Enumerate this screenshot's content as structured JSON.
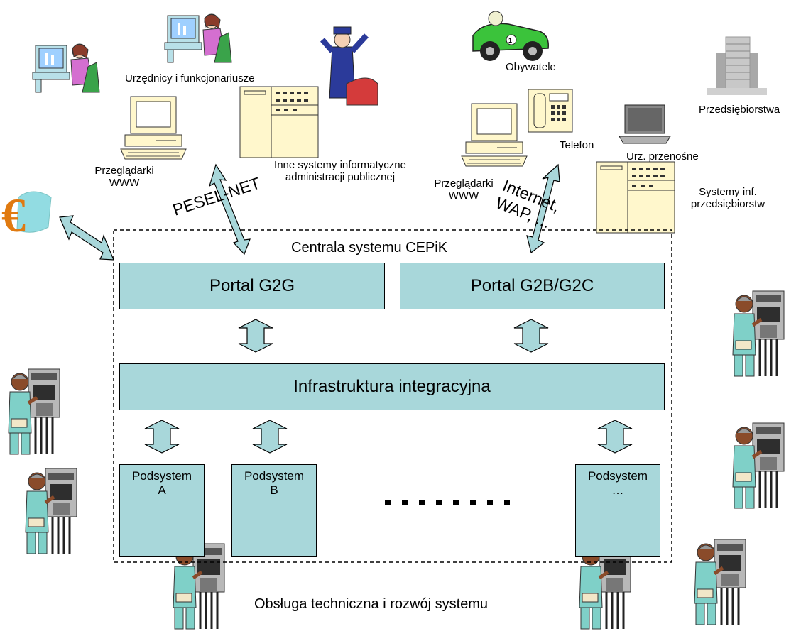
{
  "labels": {
    "officials": "Urzędnicy i funkcjonariusze",
    "citizens": "Obywatele",
    "businesses": "Przedsiębiorstwa",
    "browsers_left_1": "Przeglądarki",
    "browsers_left_2": "WWW",
    "other_systems_1": "Inne systemy informatyczne",
    "other_systems_2": "administracji publicznej",
    "browsers_right_1": "Przeglądarki",
    "browsers_right_2": "WWW",
    "phone": "Telefon",
    "mobile": "Urz. przenośne",
    "business_systems_1": "Systemy inf.",
    "business_systems_2": "przedsiębiorstw",
    "pesel_net": "PESEL-NET",
    "internet_1": "Internet,",
    "internet_2": "WAP, ...",
    "central": "Centrala systemu CEPiK",
    "footer": "Obsługa techniczna i rozwój systemu"
  },
  "boxes": {
    "portal_g2g": "Portal G2G",
    "portal_g2b": "Portal G2B/G2C",
    "infrastructure": "Infrastruktura integracyjna"
  },
  "subsystems": [
    {
      "line1": "Podsystem",
      "line2": "A"
    },
    {
      "line1": "Podsystem",
      "line2": "B"
    },
    {
      "line1": "Podsystem",
      "line2": "…"
    }
  ],
  "icons": [
    "euro-icon",
    "clerk-icon",
    "police-officer-icon",
    "car-citizen-icon",
    "office-building-icon",
    "desktop-computer-icon",
    "server-icon",
    "telephone-icon",
    "laptop-icon",
    "technician-icon"
  ],
  "colors": {
    "box_fill": "#a8d7da",
    "arrow_fill": "#a8d7da",
    "border": "#000000"
  }
}
